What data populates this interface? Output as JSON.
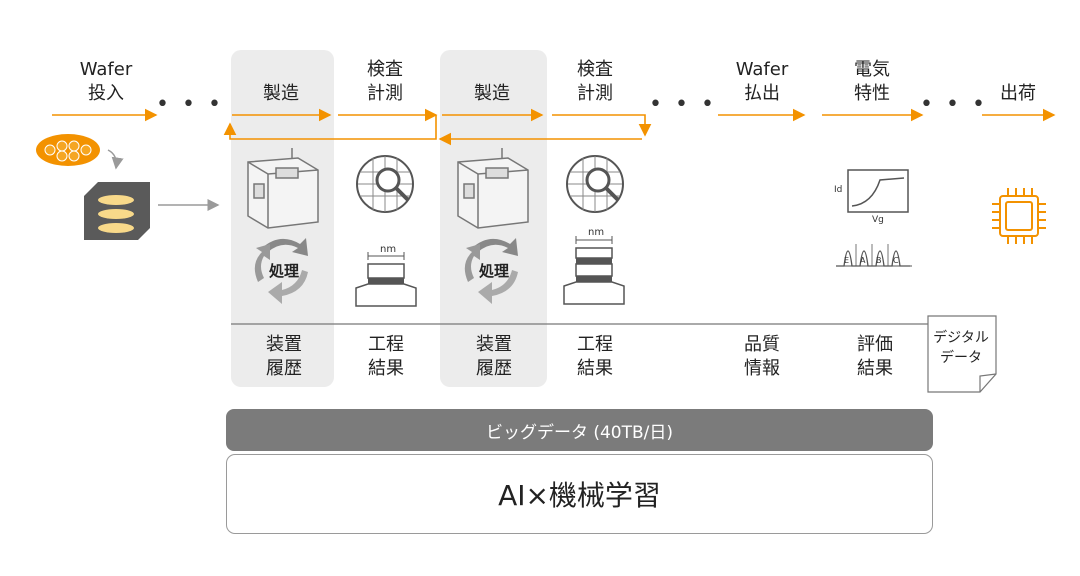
{
  "flow": {
    "wafer_in": "Wafer\n投入",
    "mfg1": "製造",
    "insp1": "検査\n計測",
    "mfg2": "製造",
    "insp2": "検査\n計測",
    "wafer_out": "Wafer\n払出",
    "elec": "電気\n特性",
    "ship": "出荷",
    "dots": "• • •"
  },
  "icons": {
    "processing": "処理",
    "nm_label": "nm",
    "graph_y": "Id",
    "graph_x": "Vg",
    "bins": [
      "E",
      "A",
      "B",
      "C"
    ]
  },
  "data_labels": {
    "equip1": "装置\n履歴",
    "proc1": "工程\n結果",
    "equip2": "装置\n履歴",
    "proc2": "工程\n結果",
    "quality": "品質\n情報",
    "eval": "評価\n結果",
    "digital": "デジタル\nデータ"
  },
  "bigdata_bar": "ビッグデータ (40TB/日)",
  "ai_box": "AI×機械学習",
  "colors": {
    "accent": "#f39200",
    "panel": "#ececec",
    "bar": "#7b7b7b",
    "gray": "#9a9a9a"
  }
}
